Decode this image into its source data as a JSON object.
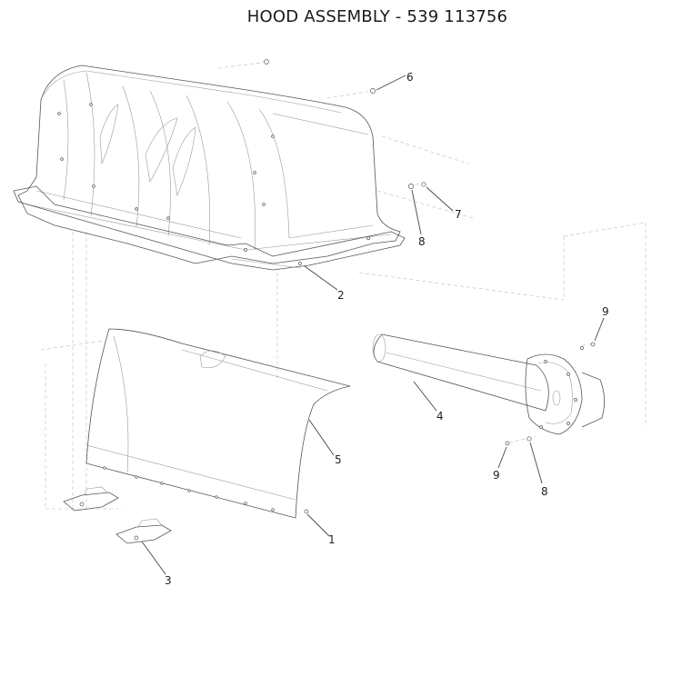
{
  "title": "HOOD ASSEMBLY - 539 113756",
  "callouts": {
    "c1": "1",
    "c2": "2",
    "c3": "3",
    "c4": "4",
    "c5": "5",
    "c6": "6",
    "c7": "7",
    "c8a": "8",
    "c8b": "8",
    "c9a": "9",
    "c9b": "9"
  }
}
